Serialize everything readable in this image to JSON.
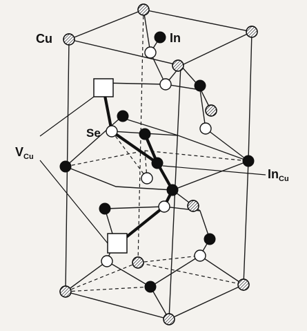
{
  "labels": {
    "cu": "Cu",
    "in": "In",
    "se": "Se",
    "v_main": "V",
    "v_sub": "Cu",
    "incu_main": "In",
    "incu_sub": "Cu"
  },
  "colors": {
    "in_atom": "#0f0f0f",
    "se_atom": "#ffffff",
    "cu_atom_hatch": "#111111",
    "background": "#f4f2ee"
  }
}
